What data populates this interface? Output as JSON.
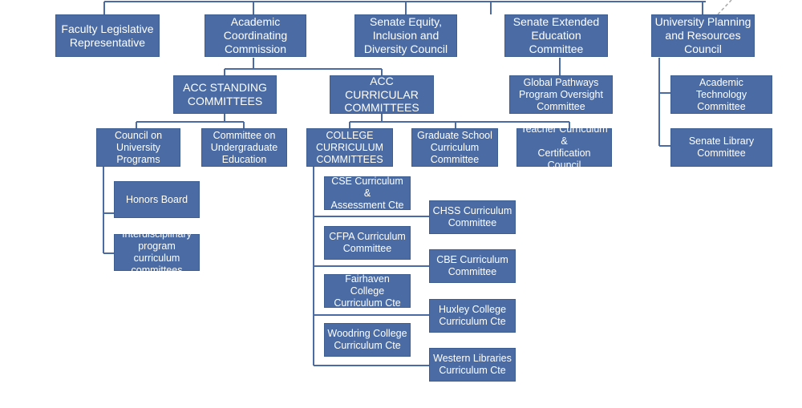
{
  "boxes": {
    "faculty_legislative": "Faculty Legislative\nRepresentative",
    "acc": "Academic\nCoordinating\nCommission",
    "senate_equity": "Senate Equity,\nInclusion and\nDiversity Council",
    "senate_extended": "Senate Extended\nEducation Committee",
    "university_planning": "University Planning\nand Resources\nCouncil",
    "acc_standing": "ACC STANDING\nCOMMITTEES",
    "acc_curricular": "ACC CURRICULAR\nCOMMITTEES",
    "global_pathways": "Global Pathways\nProgram Oversight\nCommittee",
    "academic_technology": "Academic Technology\nCommittee",
    "senate_library": "Senate Library\nCommittee",
    "council_university_programs": "Council on\nUniversity\nPrograms",
    "committee_undergrad_ed": "Committee on\nUndergraduate\nEducation",
    "college_curriculum": "COLLEGE\nCURRICULUM\nCOMMITTEES",
    "grad_school_curriculum": "Graduate School\nCurriculum\nCommittee",
    "teacher_curriculum": "Teacher Curriculum &\nCertification Council",
    "honors_board": "Honors Board",
    "interdisciplinary": "Interdisciplinary\nprogram curriculum\ncommittees",
    "cse": "CSE Curriculum &\nAssessment Cte",
    "chss": "CHSS Curriculum\nCommittee",
    "cfpa": "CFPA Curriculum\nCommittee",
    "cbe": "CBE Curriculum\nCommittee",
    "fairhaven": "Fairhaven College\nCurriculum Cte",
    "huxley": "Huxley College\nCurriculum Cte",
    "woodring": "Woodring College\nCurriculum Cte",
    "western_libraries": "Western Libraries\nCurriculum Cte"
  },
  "colors": {
    "box_fill": "#4a6ba3",
    "box_text": "#ffffff",
    "connector": "#4a6ba3",
    "dashed": "#a8a8a8"
  }
}
